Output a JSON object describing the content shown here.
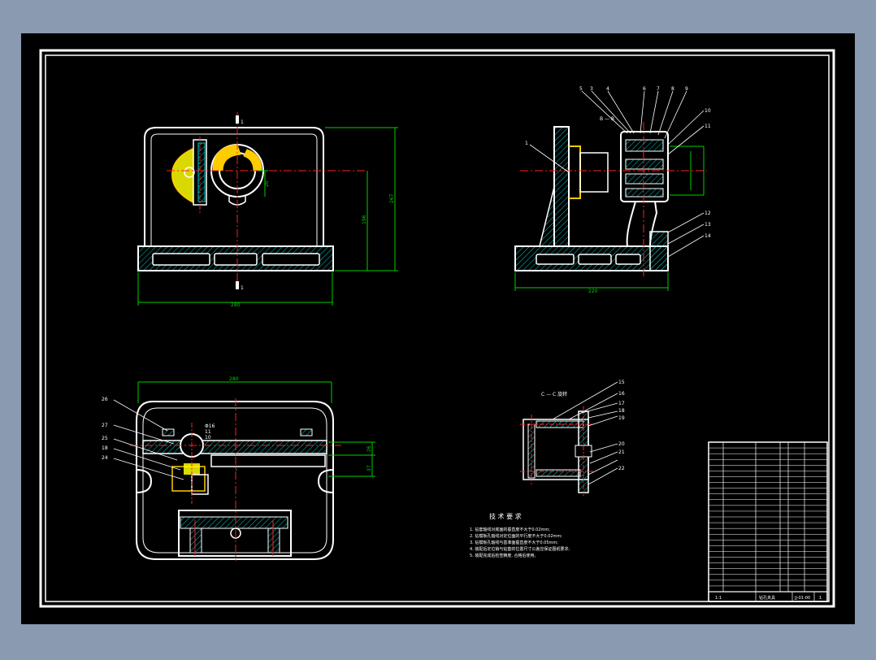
{
  "colors": {
    "background": "#8a9ab0",
    "sheet": "#000000",
    "outline": "#ffffff",
    "centerline": "#ff2020",
    "dimension": "#00d000",
    "hatch": "#00c8c8",
    "part_label": "#ff9900",
    "yellow": "#ffff00"
  },
  "views": {
    "front": {
      "dim_width": "280",
      "dim_height_total": "267",
      "dim_height_center": "196",
      "dim_small": "20",
      "section_mark_top": "1",
      "section_mark_bottom": "1"
    },
    "side": {
      "section_label": "B — B",
      "dim_width": "220",
      "callouts_top": [
        "5",
        "3",
        "4",
        "6",
        "7",
        "8",
        "9"
      ],
      "callouts_right": [
        "10",
        "11",
        "12",
        "13",
        "14"
      ],
      "callout_left": "1"
    },
    "plan": {
      "dim_width": "280",
      "callouts_left": [
        "26",
        "27",
        "25",
        "18",
        "24"
      ],
      "dim_right_a": "26",
      "dim_right_b": "37",
      "annotations": [
        "Φ16",
        "11",
        "10"
      ]
    },
    "detail": {
      "title": "C — C 旋转",
      "callouts": [
        "15",
        "16",
        "17",
        "18",
        "19",
        "20",
        "21",
        "22"
      ]
    }
  },
  "notes": {
    "heading": "技 术 要 求",
    "items": [
      "1. 钻套轴线对底面的垂直度不大于0.02mm;",
      "2. 钻模板孔轴线对定位面的平行度不大于0.02mm;",
      "3. 钻模板孔轴线与基准面垂直度不大于0.05mm;",
      "4. 装配后定位销与钻套的位置尺寸公差应保证图纸要求;",
      "5. 装配完成后检查精度, 合格后使用。"
    ]
  },
  "title_block": {
    "title": "钻孔夹具",
    "drawing_no": "JJ-01-00",
    "scale": "1:1",
    "sheet": "1"
  }
}
